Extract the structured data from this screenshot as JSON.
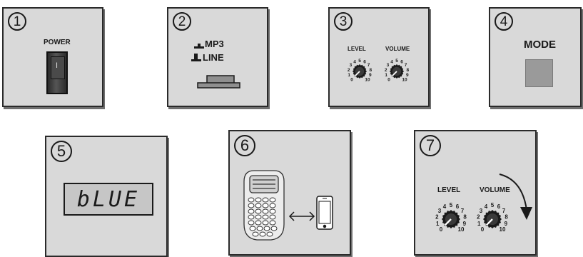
{
  "panels": {
    "p1": {
      "number": "1",
      "label": "POWER",
      "switch_mark": "I"
    },
    "p2": {
      "number": "2",
      "options": [
        "MP3",
        "LINE"
      ]
    },
    "p3": {
      "number": "3",
      "knob_labels": [
        "LEVEL",
        "VOLUME"
      ],
      "scale": [
        "0",
        "1",
        "2",
        "3",
        "4",
        "5",
        "6",
        "7",
        "8",
        "9",
        "10"
      ]
    },
    "p4": {
      "number": "4",
      "label": "MODE"
    },
    "p5": {
      "number": "5",
      "display_text": "bLUE"
    },
    "p6": {
      "number": "6",
      "icons": [
        "speaker-icon",
        "bidirectional-arrow-icon",
        "smartphone-icon"
      ]
    },
    "p7": {
      "number": "7",
      "knob_labels": [
        "LEVEL",
        "VOLUME"
      ],
      "scale": [
        "0",
        "1",
        "2",
        "3",
        "4",
        "5",
        "6",
        "7",
        "8",
        "9",
        "10"
      ],
      "icons": [
        "clockwise-arrow-icon"
      ]
    }
  },
  "colors": {
    "panel_bg": "#d9d9d9",
    "border": "#2a2a2a",
    "mode_button": "#9a9a9a",
    "lcd_bg": "#c6c6c6"
  }
}
